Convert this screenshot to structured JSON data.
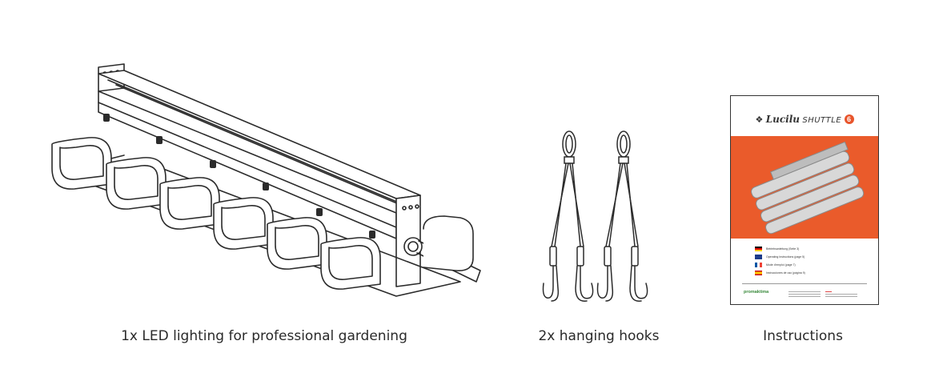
{
  "items": {
    "led": {
      "caption": "1x LED lighting for professional gardening"
    },
    "hooks": {
      "caption": "2x hanging hooks"
    },
    "instructions": {
      "caption": "Instructions",
      "manual": {
        "brand": "Lucilu",
        "model": "SHUTTLE",
        "model_number": "6",
        "languages": [
          {
            "label": "Betriebsanleitung (Seite 3)",
            "flag": "de"
          },
          {
            "label": "Operating Instructions (page 5)",
            "flag": "gb"
          },
          {
            "label": "Mode d'emploi (page 7)",
            "flag": "fr"
          },
          {
            "label": "Instrucciones de uso (página 9)",
            "flag": "es"
          }
        ],
        "publisher": "promaktima"
      }
    }
  },
  "colors": {
    "accent_orange": "#ea5b2b",
    "line_art": "#2b2b2b",
    "logo_green": "#3a8a3c"
  }
}
